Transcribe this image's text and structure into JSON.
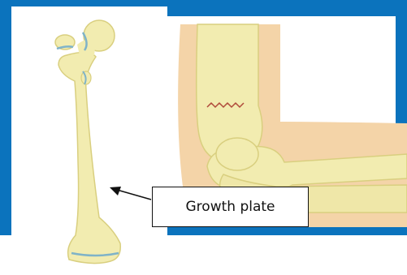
{
  "callout": {
    "label": "Growth plate"
  },
  "colors": {
    "frame_blue": "#0b73bd",
    "bone": "#f2ecb0",
    "bone_outline": "#d9cf7f",
    "flesh": "#f4d4a8",
    "growth_plate_line": "#7fb3c8",
    "fracture_line": "#b04a3a"
  },
  "icons": [
    "femur-bone-illustration",
    "elbow-joint-illustration",
    "arrow-pointer"
  ]
}
